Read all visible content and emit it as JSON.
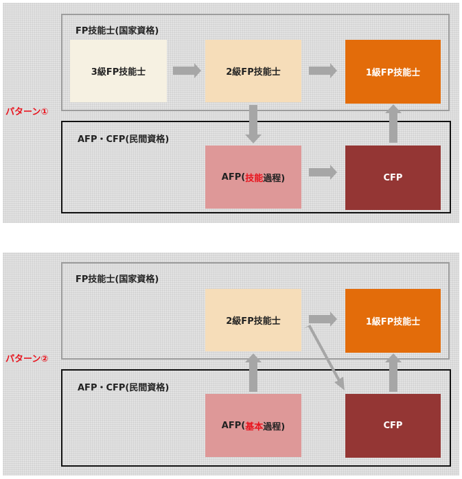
{
  "labels": {
    "national_group": "FP技能士(国家資格)",
    "private_group": "AFP・CFP(民間資格)"
  },
  "pattern1": {
    "title": "パターン①",
    "nodes": {
      "grade3": "3級FP技能士",
      "grade2": "2級FP技能士",
      "grade1": "1級FP技能士",
      "afp_prefix": "AFP(",
      "afp_highlight": "技能",
      "afp_suffix": "過程)",
      "cfp": "CFP"
    }
  },
  "pattern2": {
    "title": "パターン②",
    "nodes": {
      "grade2": "2級FP技能士",
      "grade1": "1級FP技能士",
      "afp_prefix": "AFP(",
      "afp_highlight": "基本",
      "afp_suffix": "過程)",
      "cfp": "CFP"
    }
  },
  "colors": {
    "grade3": "#f6f1e2",
    "grade2": "#f6ddb9",
    "grade1": "#e36c0a",
    "afp": "#de9898",
    "cfp": "#943634",
    "highlight": "#e8141e",
    "arrow": "#a6a6a6"
  }
}
